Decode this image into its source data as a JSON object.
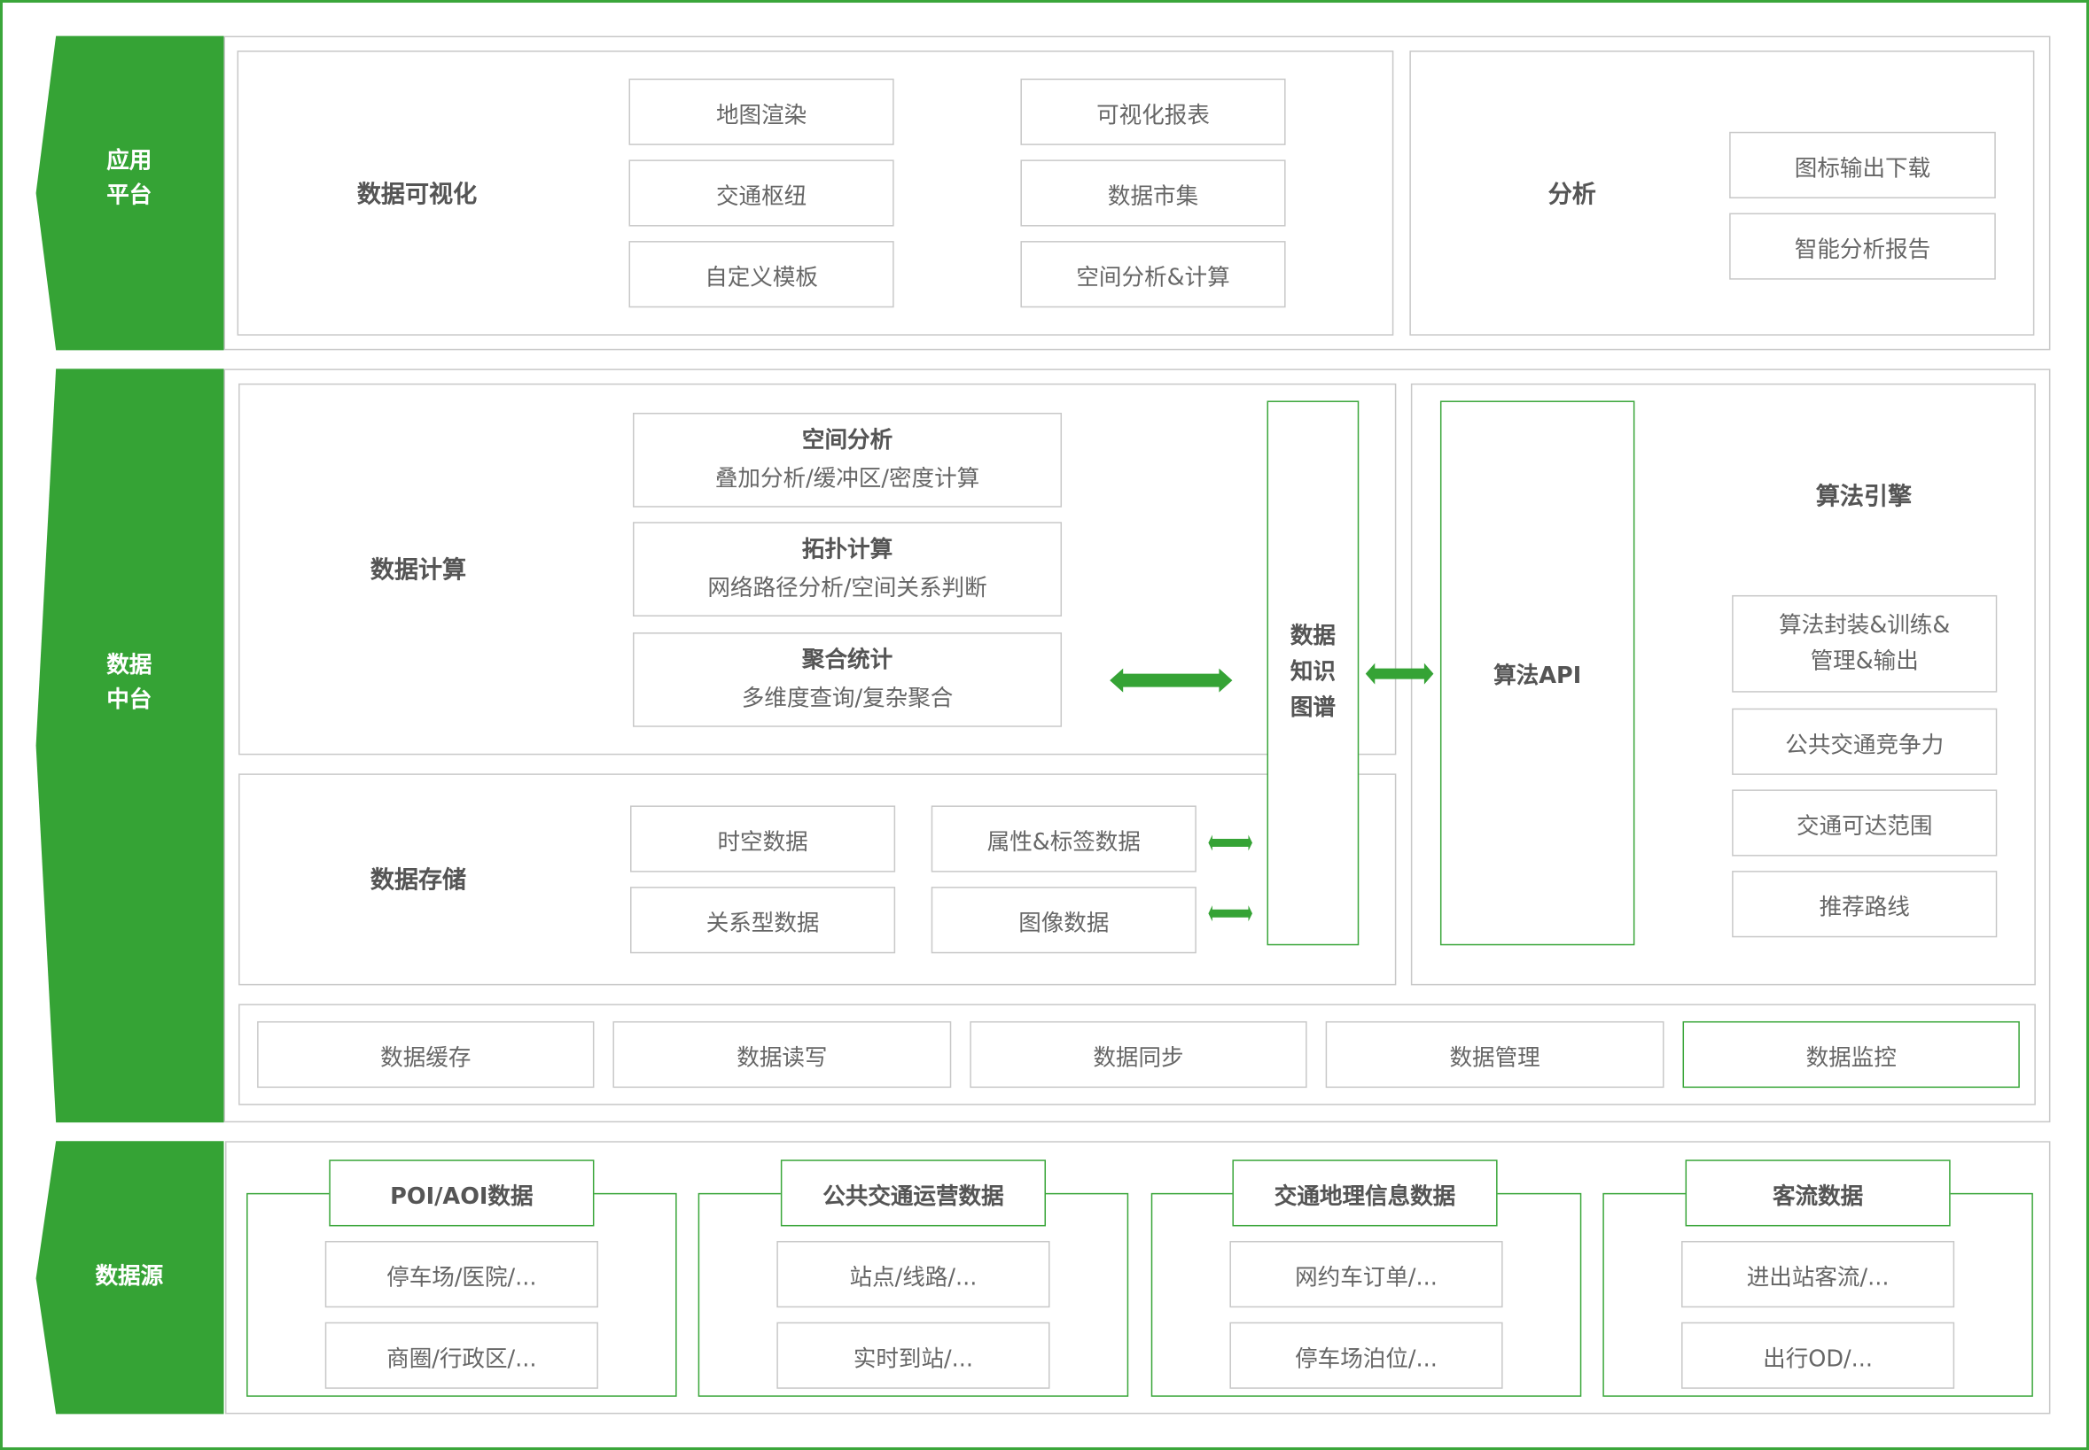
{
  "colors": {
    "accent": "#35a335",
    "border_gray": "#c8c8c8",
    "text": "#666666"
  },
  "layers": {
    "application": {
      "label_lines": [
        "应用",
        "平台"
      ],
      "visualization": {
        "title": "数据可视化",
        "items": [
          "地图渲染",
          "交通枢纽",
          "自定义模板",
          "可视化报表",
          "数据市集",
          "空间分析&计算"
        ]
      },
      "analysis": {
        "title": "分析",
        "items": [
          "图标输出下载",
          "智能分析报告"
        ]
      }
    },
    "middle": {
      "label_lines": [
        "数据",
        "中台"
      ],
      "compute": {
        "title": "数据计算",
        "items": [
          {
            "title": "空间分析",
            "desc": "叠加分析/缓冲区/密度计算"
          },
          {
            "title": "拓扑计算",
            "desc": "网络路径分析/空间关系判断"
          },
          {
            "title": "聚合统计",
            "desc": "多维度查询/复杂聚合"
          }
        ]
      },
      "knowledge_graph": {
        "lines": [
          "数据",
          "知识",
          "图谱"
        ]
      },
      "storage": {
        "title": "数据存储",
        "items": [
          "时空数据",
          "属性&标签数据",
          "关系型数据",
          "图像数据"
        ]
      },
      "algorithm": {
        "api": "算法API",
        "title": "算法引擎",
        "items": [
          {
            "lines": [
              "算法封装&训练&",
              "管理&输出"
            ]
          },
          {
            "lines": [
              "公共交通竞争力"
            ]
          },
          {
            "lines": [
              "交通可达范围"
            ]
          },
          {
            "lines": [
              "推荐路线"
            ]
          }
        ]
      },
      "services": {
        "items": [
          "数据缓存",
          "数据读写",
          "数据同步",
          "数据管理",
          "数据监控"
        ],
        "highlighted_index": 4
      }
    },
    "source": {
      "label": "数据源",
      "groups": [
        {
          "title": "POI/AOI数据",
          "items": [
            "停车场/医院/...",
            "商圈/行政区/..."
          ]
        },
        {
          "title": "公共交通运营数据",
          "items": [
            "站点/线路/...",
            "实时到站/..."
          ]
        },
        {
          "title": "交通地理信息数据",
          "items": [
            "网约车订单/...",
            "停车场泊位/..."
          ]
        },
        {
          "title": "客流数据",
          "items": [
            "进出站客流/...",
            "出行OD/..."
          ]
        }
      ]
    }
  }
}
